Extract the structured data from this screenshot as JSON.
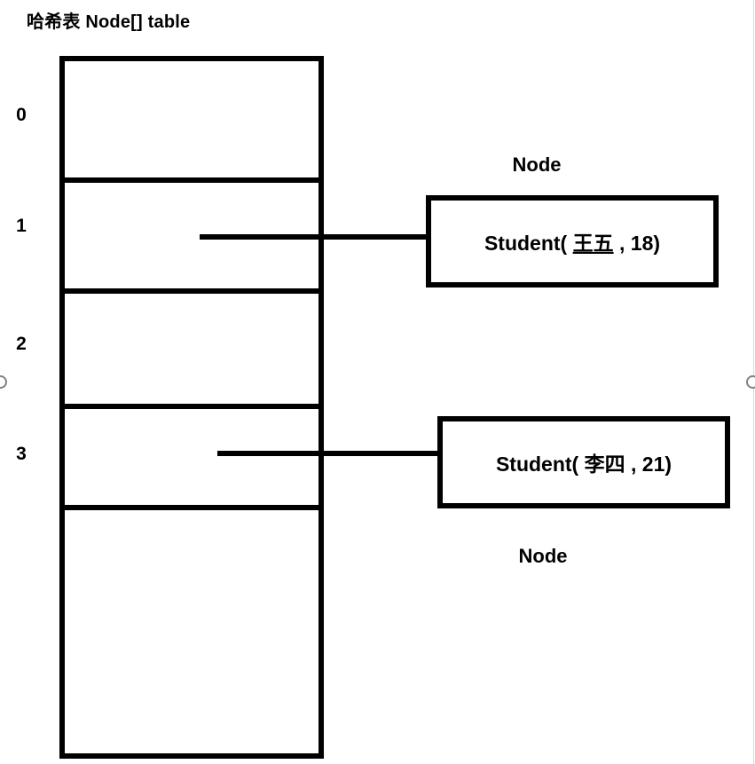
{
  "diagram": {
    "title": "哈希表 Node[] table",
    "table": {
      "name": "hash-table",
      "indices": [
        "0",
        "1",
        "2",
        "3"
      ],
      "cell_count": 5
    },
    "nodes": [
      {
        "caption": "Node",
        "caption_position": "above",
        "text_prefix": "Student( ",
        "name": "王五",
        "text_middle": " , ",
        "age": "18",
        "text_suffix": ")",
        "full_text": "Student( 王五 , 18)",
        "linked_index": "1"
      },
      {
        "caption": "Node",
        "caption_position": "below",
        "text_prefix": "Student( ",
        "name": "李四",
        "text_middle": " , ",
        "age": "21",
        "text_suffix": ")",
        "full_text": "Student( 李四 , 21)",
        "linked_index": "3"
      }
    ],
    "colors": {
      "stroke": "#000000",
      "background": "#ffffff",
      "handle": "#808080"
    }
  }
}
